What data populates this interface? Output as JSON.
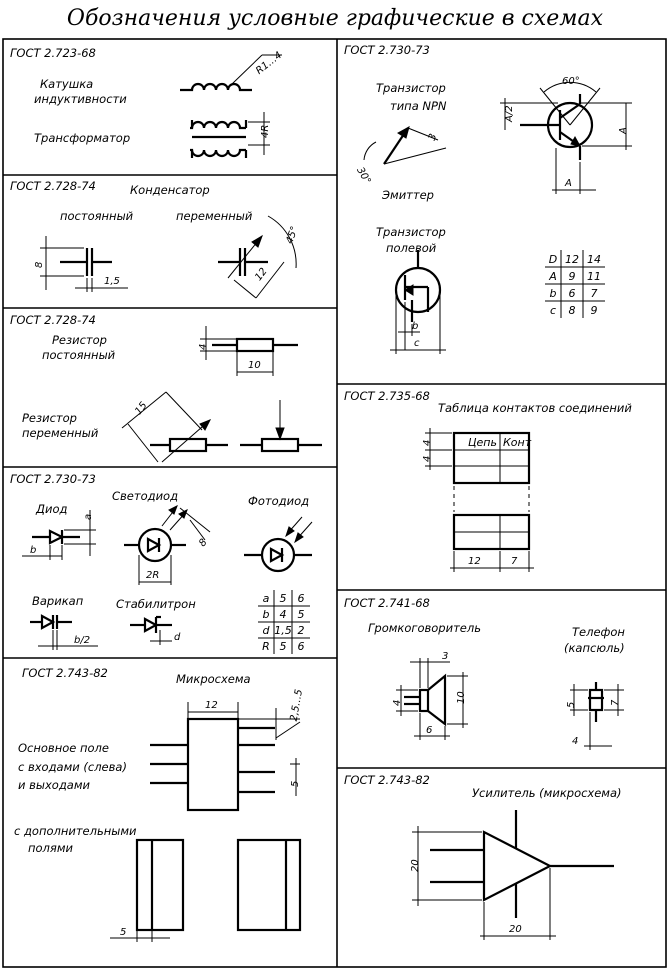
{
  "title": "Обозначения условные графические в схемах",
  "sections": {
    "inductor": {
      "gost": "ГОСТ 2.723-68",
      "coil": "Катушка индуктивности",
      "transformer": "Трансформатор",
      "dim_r": "R1…4",
      "dim_4r": "4R"
    },
    "capacitor": {
      "gost": "ГОСТ 2.728-74",
      "name": "Конденсатор",
      "fixed": "постоянный",
      "variable": "переменный",
      "dim_8": "8",
      "dim_15": "1,5",
      "dim_12": "12",
      "dim_45": "45°"
    },
    "resistor": {
      "gost": "ГОСТ 2.728-74",
      "fixed": "Резистор постоянный",
      "variable": "Резистор переменный",
      "dim_4": "4",
      "dim_10": "10",
      "dim_15": "15"
    },
    "diodes": {
      "gost": "ГОСТ 2.730-73",
      "diode": "Диод",
      "led": "Светодиод",
      "photodiode": "Фотодиод",
      "varicap": "Варикап",
      "zener": "Стабилитрон",
      "dim_a": "a",
      "dim_b": "b",
      "dim_2r": "2R",
      "dim_8": "8",
      "dim_b2": "b/2",
      "dim_d": "d",
      "table": [
        [
          "a",
          "5",
          "6"
        ],
        [
          "b",
          "4",
          "5"
        ],
        [
          "d",
          "1,5",
          "2"
        ],
        [
          "R",
          "5",
          "6"
        ]
      ]
    },
    "microchip": {
      "gost": "ГОСТ 2.743-82",
      "name": "Микросхема",
      "main_field": "Основное поле с входами (слева) и выходами",
      "extra_fields": "с дополнительными полями",
      "dim_12": "12",
      "dim_25": "2,5…5",
      "dim_5": "5",
      "dim_5b": "5"
    },
    "transistor": {
      "gost": "ГОСТ 2.730-73",
      "npn": "Транзистор типа NPN",
      "emitter": "Эмиттер",
      "fet": "Транзистор полевой",
      "dim_60": "60°",
      "dim_a2": "A/2",
      "dim_a": "A",
      "dim_3": "3",
      "dim_30": "30°",
      "dim_b": "b",
      "dim_c": "c",
      "table": [
        [
          "D",
          "12",
          "14"
        ],
        [
          "A",
          "9",
          "11"
        ],
        [
          "b",
          "6",
          "7"
        ],
        [
          "c",
          "8",
          "9"
        ]
      ]
    },
    "contacts": {
      "gost": "ГОСТ 2.735-68",
      "name": "Таблица контактов соединений",
      "col1": "Цепь",
      "col2": "Конт",
      "dim_4": "4",
      "dim_4b": "4",
      "dim_12": "12",
      "dim_7": "7"
    },
    "speaker": {
      "gost": "ГОСТ 2.741-68",
      "loudspeaker": "Громкоговоритель",
      "phone": "Телефон (капсюль)",
      "dim_3": "3",
      "dim_4": "4",
      "dim_10": "10",
      "dim_6": "6",
      "dim_5": "5",
      "dim_7": "7",
      "dim_4b": "4"
    },
    "amplifier": {
      "gost": "ГОСТ 2.743-82",
      "name": "Усилитель (микросхема)",
      "dim_20": "20",
      "dim_20b": "20"
    }
  }
}
